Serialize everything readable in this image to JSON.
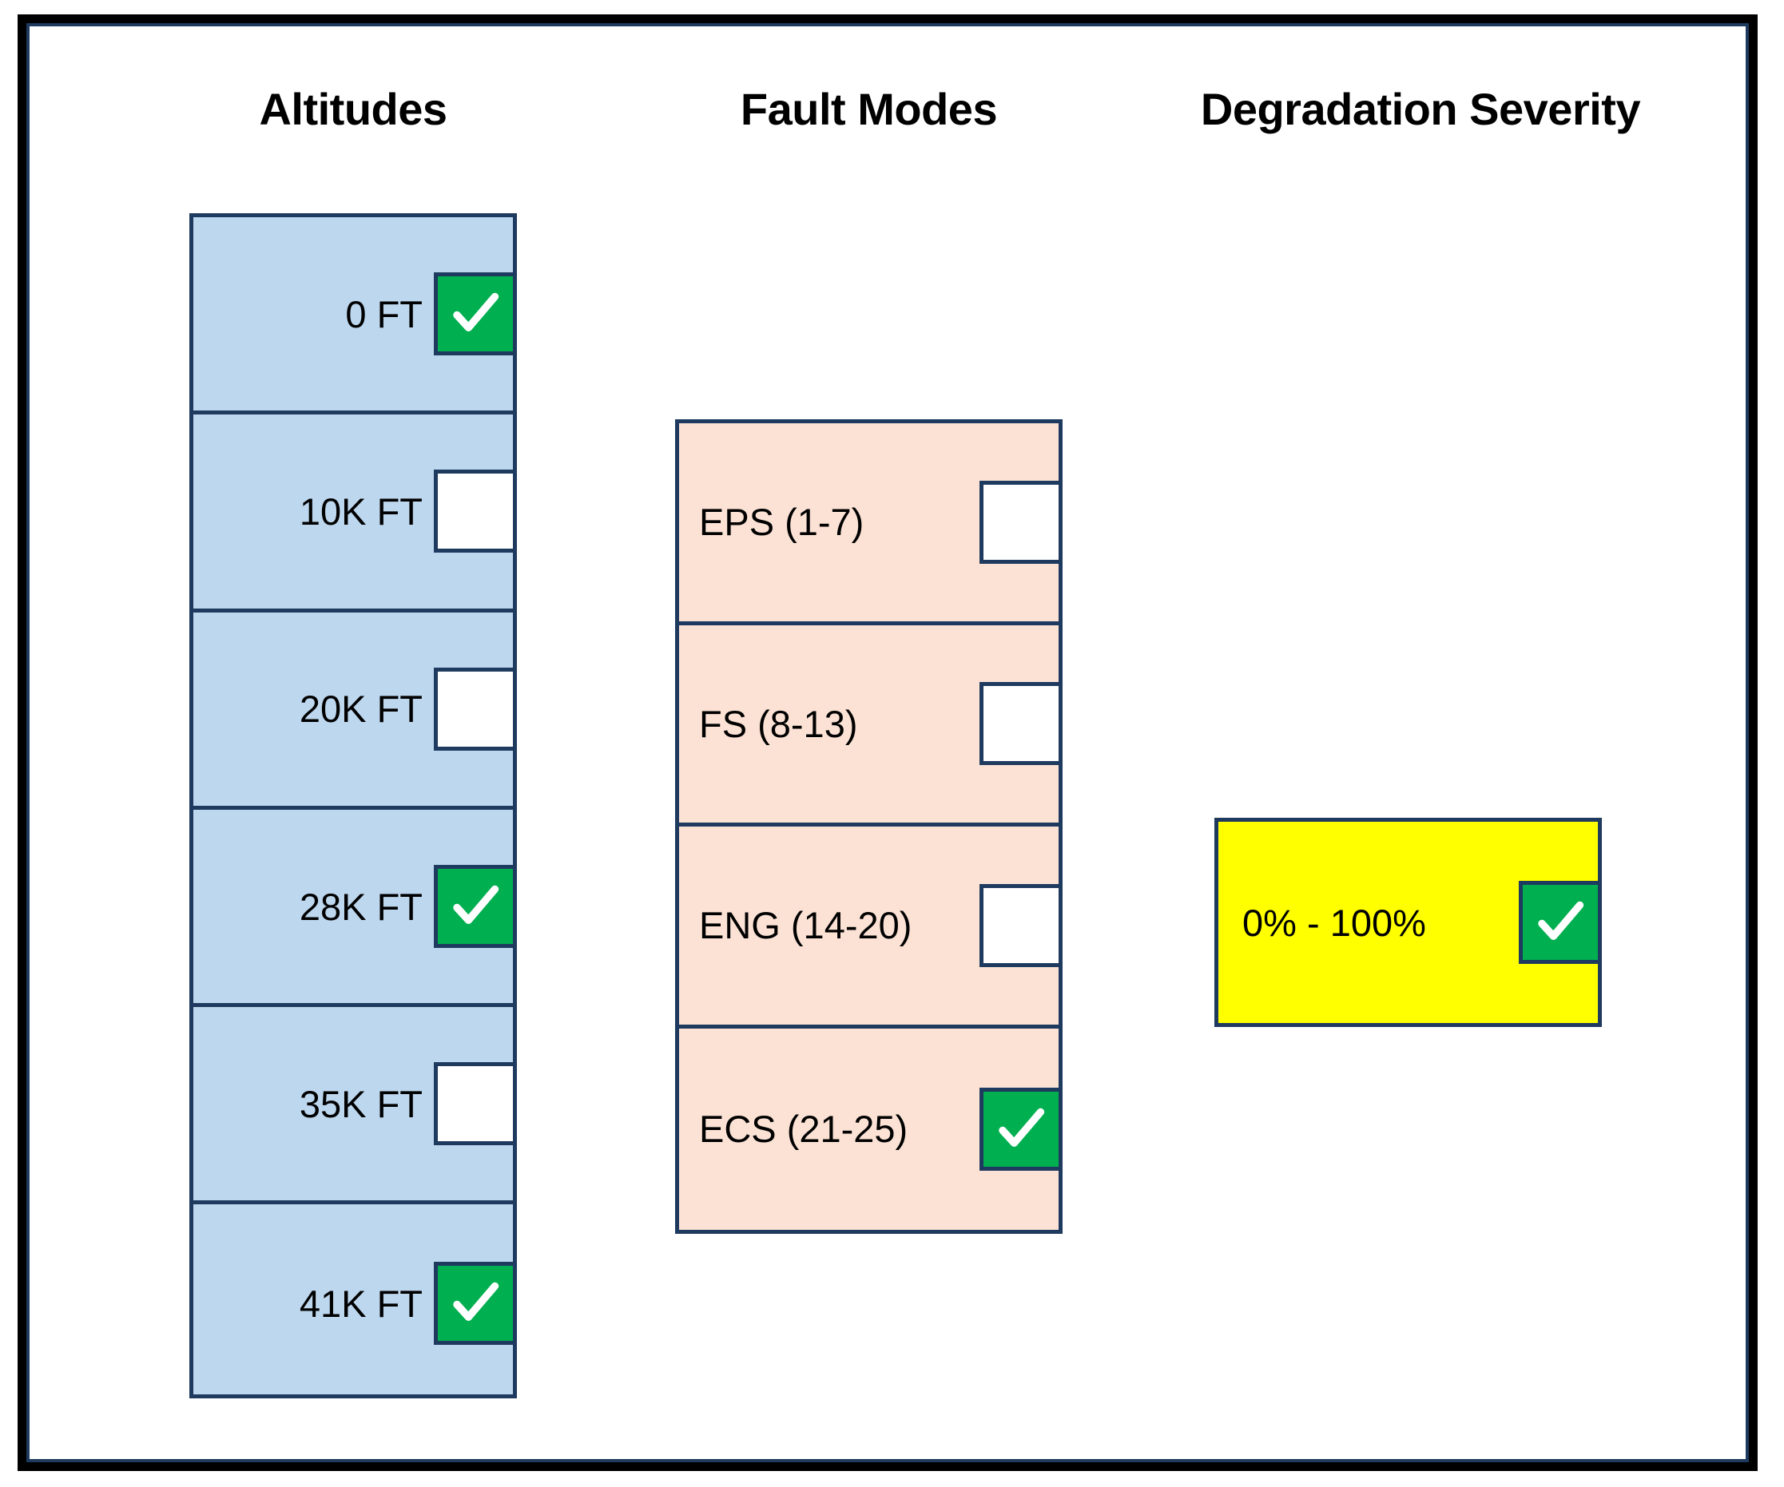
{
  "frame": {
    "outer_border_color": "#000000",
    "inner_border_color": "#1F3A5F"
  },
  "theme": {
    "altitude_fill": "#BDD7EE",
    "fault_mode_fill": "#FBE2D5",
    "severity_fill": "#FFFF00",
    "checked_fill": "#00AF50",
    "unchecked_fill": "#FFFFFF",
    "border": "#1F3A5F",
    "text": "#000000"
  },
  "columns": {
    "altitudes": {
      "heading": "Altitudes",
      "options": [
        {
          "label": "0 FT",
          "checked": true
        },
        {
          "label": "10K FT",
          "checked": false
        },
        {
          "label": "20K FT",
          "checked": false
        },
        {
          "label": "28K FT",
          "checked": true
        },
        {
          "label": "35K FT",
          "checked": false
        },
        {
          "label": "41K FT",
          "checked": true
        }
      ]
    },
    "fault_modes": {
      "heading": "Fault Modes",
      "options": [
        {
          "label": "EPS (1-7)",
          "checked": false
        },
        {
          "label": "FS (8-13)",
          "checked": false
        },
        {
          "label": "ENG (14-20)",
          "checked": false
        },
        {
          "label": "ECS (21-25)",
          "checked": true
        }
      ]
    },
    "degradation_severity": {
      "heading": "Degradation Severity",
      "options": [
        {
          "label": "0% - 100%",
          "checked": true
        }
      ]
    }
  },
  "icons": {
    "checkmark": "check-icon"
  }
}
